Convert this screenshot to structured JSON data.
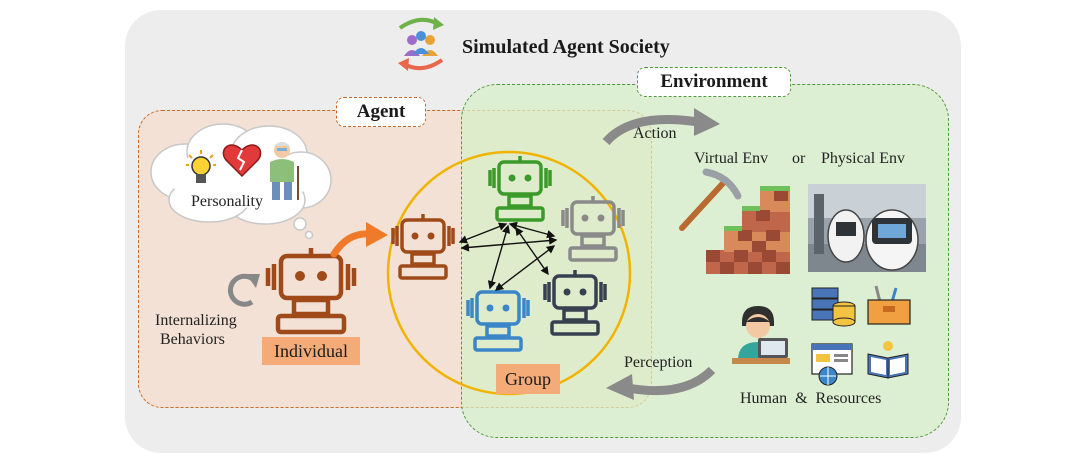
{
  "title": "Simulated Agent Society",
  "agent": {
    "label": "Agent",
    "personality": "Personality",
    "internalizing_line1": "Internalizing",
    "internalizing_line2": "Behaviors",
    "individual": "Individual"
  },
  "group": {
    "label": "Group"
  },
  "environment": {
    "label": "Environment",
    "action": "Action",
    "perception": "Perception",
    "virtual_env": "Virtual Env",
    "or": "or",
    "physical_env": "Physical Env",
    "human_resources": "Human  &  Resources"
  },
  "colors": {
    "agent_border": "#c46a2a",
    "agent_fill": "#f9d2b6",
    "environment_border": "#4e9a3a",
    "environment_fill": "#d7f0c8",
    "group_circle": "#f0b400",
    "robot_brown": "#a04a1a",
    "robot_green": "#3c9a2a",
    "robot_gray": "#8a8a8a",
    "robot_blue": "#3a86c8",
    "robot_dark": "#37404f",
    "tag_fill": "#f5ab78"
  },
  "icons": [
    "society-icon",
    "lightbulb-icon",
    "broken-heart-icon",
    "elderly-person-icon",
    "refresh-arrow-icon",
    "robot-icon",
    "stairs-pickaxe-icon",
    "physical-robot-photo",
    "person-at-laptop-icon",
    "database-icon",
    "toolbox-icon",
    "web-page-icon",
    "open-book-icon"
  ]
}
